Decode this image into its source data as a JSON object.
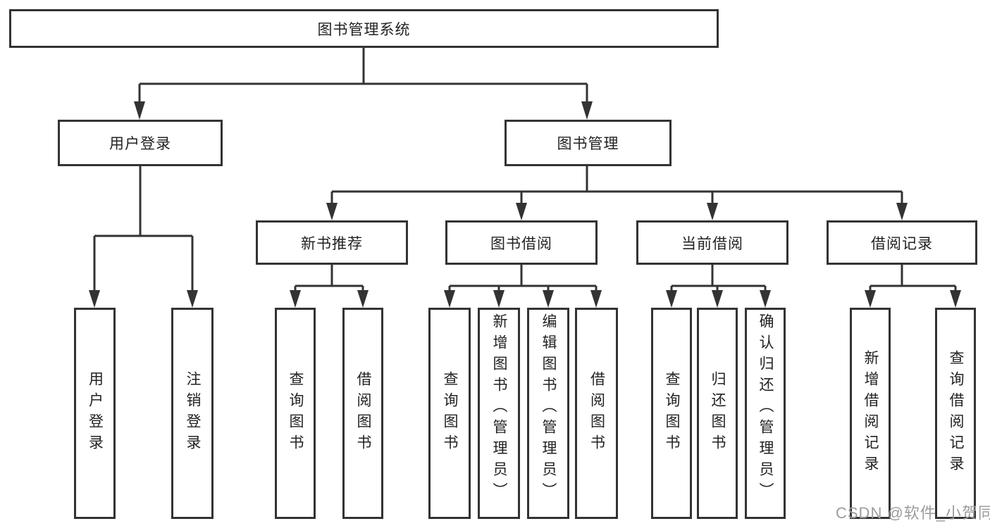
{
  "diagram": {
    "title": "图书管理系统",
    "watermark": "CSDN @软件_小贺同学",
    "level2": {
      "user_login": "用户登录",
      "book_management": "图书管理"
    },
    "level3": {
      "new_book_recommend": "新书推荐",
      "book_borrowing": "图书借阅",
      "current_borrowing": "当前借阅",
      "borrowing_records": "借阅记录"
    },
    "leaves": {
      "user_login": "用户登录",
      "logout": "注销登录",
      "recommend_query_books": "查询图书",
      "recommend_borrow_books": "借阅图书",
      "borrowing_query_books": "查询图书",
      "borrowing_add_book_admin": "新增图书（管理员）",
      "borrowing_edit_book_admin": "编辑图书（管理员）",
      "borrowing_borrow_books": "借阅图书",
      "current_query_books": "查询图书",
      "current_return_book": "归还图书",
      "current_confirm_return_admin": "确认归还（管理员）",
      "records_add_record": "新增借阅记录",
      "records_query_record": "查询借阅记录"
    },
    "colors": {
      "line": "#333333",
      "text": "#222222",
      "watermark_gray": "#9c9c9c",
      "background": "#ffffff"
    }
  }
}
